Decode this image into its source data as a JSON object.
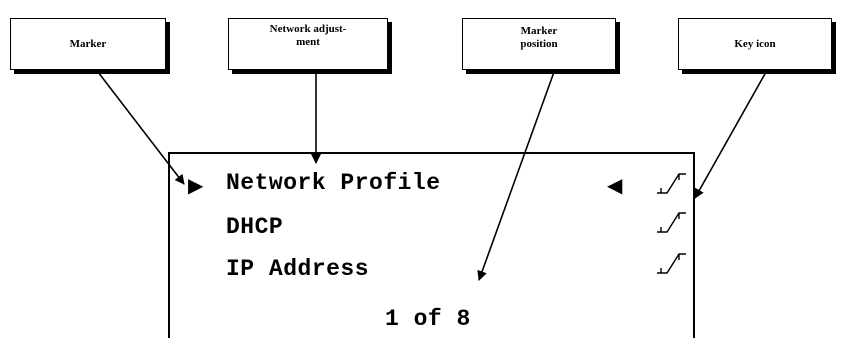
{
  "callouts": {
    "marker": [
      "Marker"
    ],
    "network_adjustment": [
      "Network adjust-",
      "ment"
    ],
    "marker_position": [
      "Marker",
      "position"
    ],
    "key_icon": [
      "Key icon"
    ]
  },
  "screen": {
    "rows": [
      "Network Profile",
      "DHCP",
      "IP Address"
    ],
    "counter": "1 of 8",
    "selected_index": 0,
    "icons": [
      "triangle-right-marker",
      "triangle-left-marker",
      "key-icon"
    ]
  }
}
